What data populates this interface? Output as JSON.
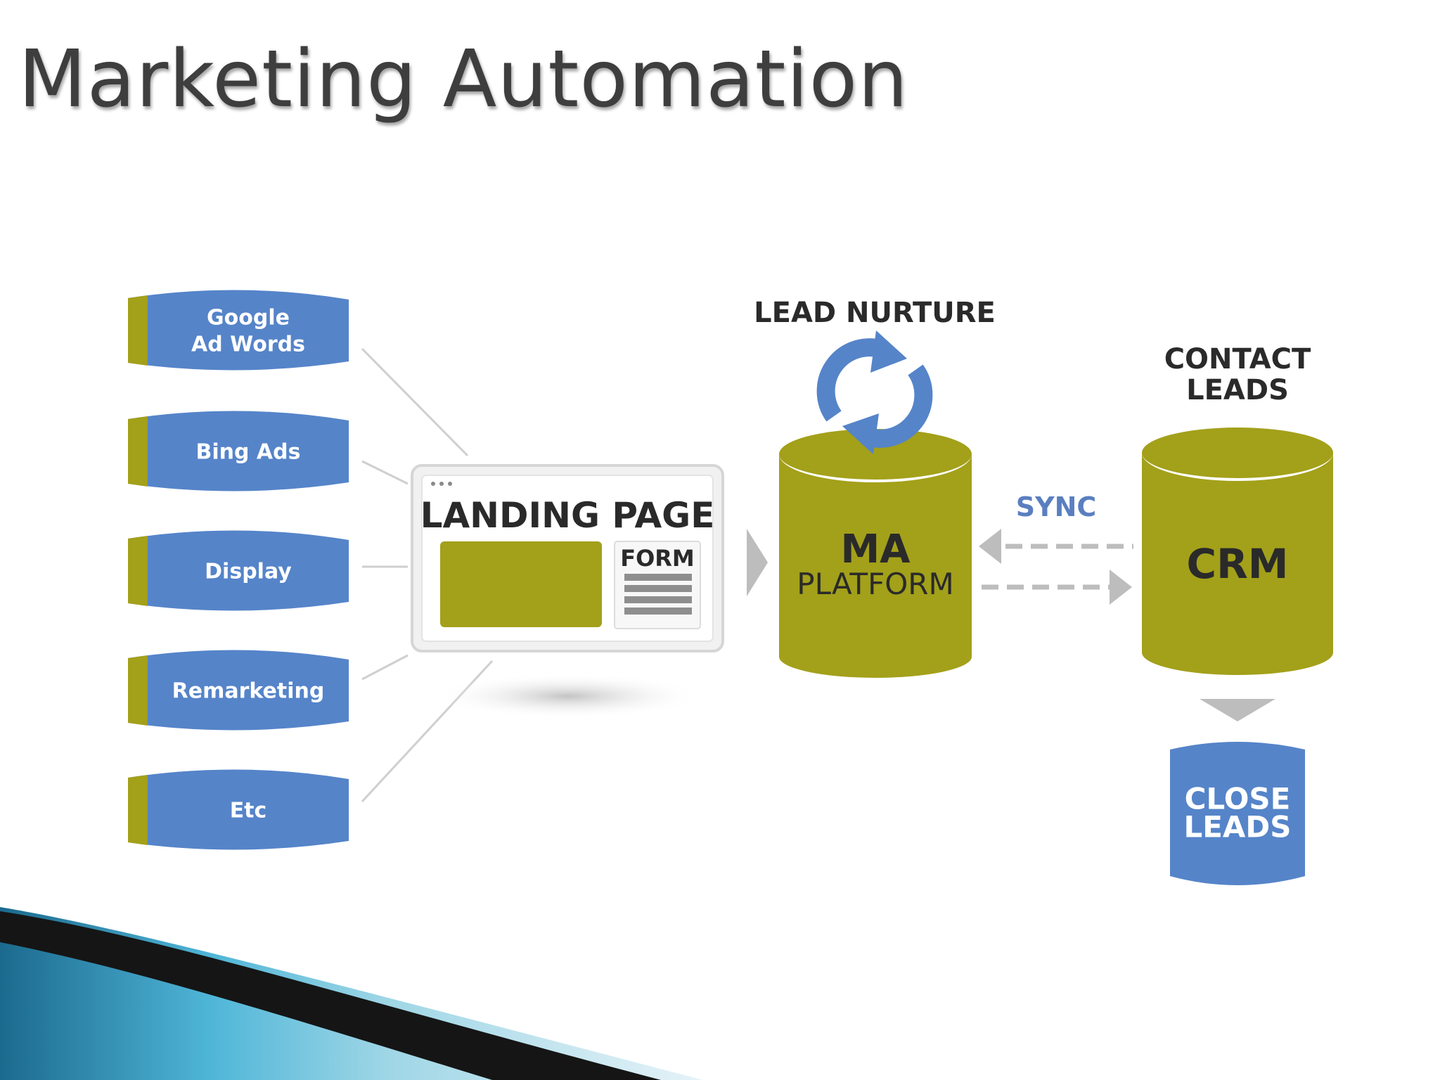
{
  "title": "Marketing Automation",
  "sources": [
    "Google\nAd Words",
    "Bing Ads",
    "Display",
    "Remarketing",
    "Etc"
  ],
  "landing_page": {
    "heading": "LANDING PAGE",
    "form_label": "FORM"
  },
  "lead_nurture_label": "LEAD NURTURE",
  "ma_platform": {
    "line1": "MA",
    "line2": "PLATFORM"
  },
  "sync_label": "SYNC",
  "contact_leads_label": "CONTACT\nLEADS",
  "crm_label": "CRM",
  "close_leads_label": "CLOSE\nLEADS",
  "colors": {
    "blue": "#5584c9",
    "olive": "#a3a01a",
    "dark_olive": "#7e7c10",
    "gray": "#bdbdbd",
    "text_dark": "#2a2a2a",
    "sync_blue": "#5a7fc0"
  }
}
